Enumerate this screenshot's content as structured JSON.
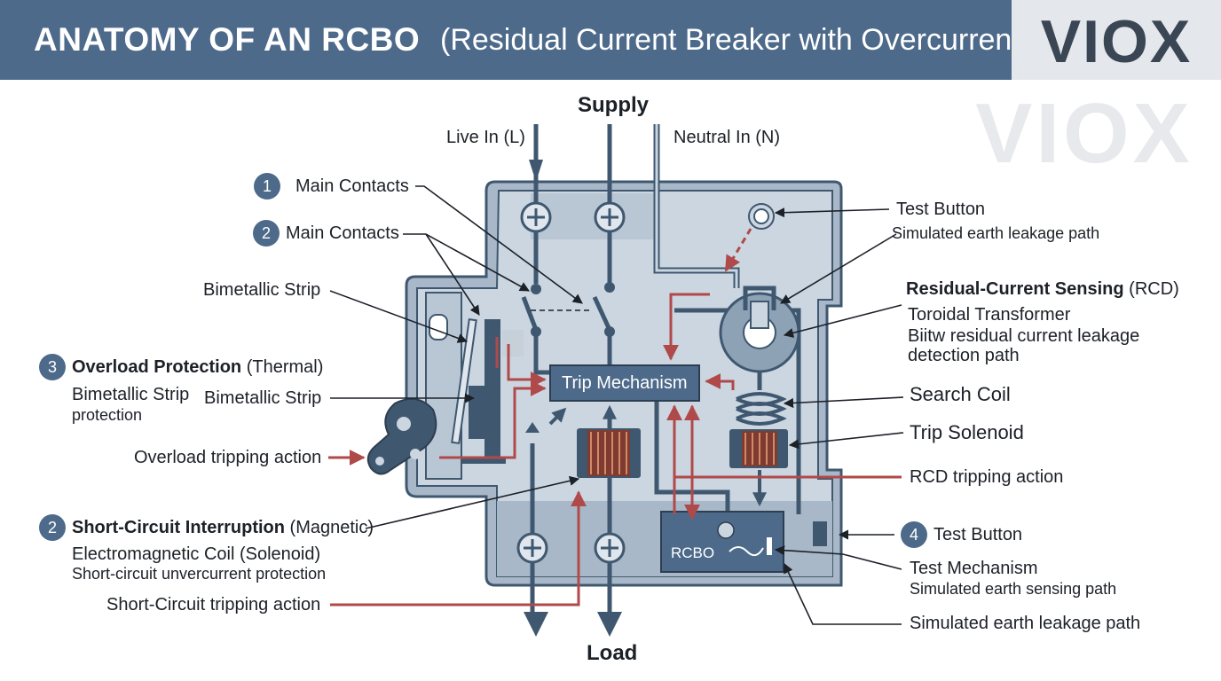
{
  "header": {
    "title_main": "ANATOMY OF AN RCBO",
    "title_sub": "(Residual Current Breaker with Overcurrent)",
    "logo": "VIOX",
    "watermark": "VIOX"
  },
  "labels": {
    "supply": "Supply",
    "load": "Load",
    "live_in": "Live In (L)",
    "neutral_in": "Neutral In (N)",
    "main_contacts_1": "Main Contacts",
    "main_contacts_2": "Main Contacts",
    "bimetallic_strip_top": "Bimetallic Strip",
    "overload_title": "Overload Protection",
    "overload_suffix": "(Thermal)",
    "overload_desc_1": "Bimetallic Strip",
    "overload_desc_2": "protection",
    "bimetallic_strip_mid": "Bimetallic Strip",
    "overload_action": "Overload tripping action",
    "short_title": "Short-Circuit Interruption",
    "short_suffix": "(Magnetic)",
    "short_desc_1": "Electromagnetic Coil (Solenoid)",
    "short_desc_2": "Short-circuit unvercurrent protection",
    "short_action": "Short-Circuit tripping action",
    "trip_mechanism": "Trip Mechanism",
    "rcbo": "RCBO",
    "test_button_top": "Test Button",
    "simulated_path_top": "Simulated earth leakage path",
    "rcd_title": "Residual-Current Sensing",
    "rcd_suffix": "(RCD)",
    "toroidal": "Toroidal Transformer",
    "toroidal_desc_1": "Biitw residual current leakage",
    "toroidal_desc_2": "detection path",
    "search_coil": "Search Coil",
    "trip_solenoid": "Trip Solenoid",
    "rcd_action": "RCD tripping action",
    "test_button_4": "Test Button",
    "test_mechanism": "Test Mechanism",
    "test_mechanism_desc": "Simulated earth sensing path",
    "simulated_path_bottom": "Simulated earth leakage path"
  },
  "badges": {
    "b1": "1",
    "b2a": "2",
    "b3": "3",
    "b2b": "2",
    "b4": "4"
  },
  "colors": {
    "header_bg": "#4d6a8a",
    "body_fill": "#a9b8c8",
    "wire": "#3f5870",
    "red_arrow": "#b04a4a"
  }
}
